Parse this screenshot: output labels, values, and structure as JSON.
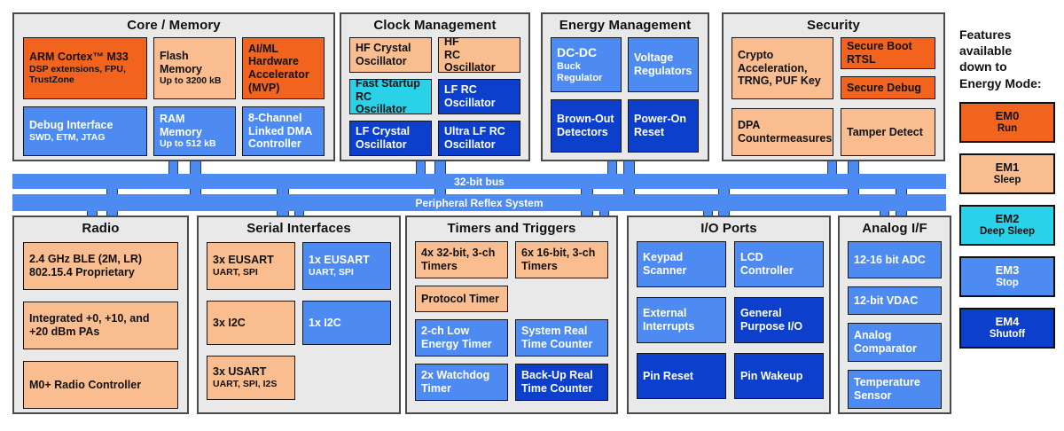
{
  "palette": {
    "orange": "#F2641E",
    "peach": "#F9BD90",
    "cyan": "#29D2E8",
    "blue": "#4D8BF2",
    "darkblue": "#0C40CC",
    "section_bg": "#E9E9E9"
  },
  "buses": {
    "bus1": "32-bit bus",
    "bus2": "Peripheral Reflex System"
  },
  "legend": {
    "title": "Features\navailable\ndown to\nEnergy Mode:",
    "items": [
      {
        "name": "EM0",
        "mode": "Run",
        "color": "orange",
        "text": "black"
      },
      {
        "name": "EM1",
        "mode": "Sleep",
        "color": "peach",
        "text": "black"
      },
      {
        "name": "EM2",
        "mode": "Deep Sleep",
        "color": "cyan",
        "text": "black"
      },
      {
        "name": "EM3",
        "mode": "Stop",
        "color": "blue",
        "text": "white"
      },
      {
        "name": "EM4",
        "mode": "Shutoff",
        "color": "darkblue",
        "text": "white"
      }
    ]
  },
  "sections": {
    "core": {
      "title": "Core / Memory",
      "blocks": {
        "arm": {
          "title": "ARM Cortex™ M33",
          "sub": "DSP extensions, FPU,\nTrustZone"
        },
        "flash": {
          "title": "Flash\nMemory",
          "sub": "Up to 3200 kB"
        },
        "aiml": {
          "title": "AI/ML\nHardware\nAccelerator\n(MVP)"
        },
        "debug": {
          "title": "Debug Interface",
          "sub": "SWD, ETM, JTAG"
        },
        "ram": {
          "title": "RAM Memory",
          "sub": "Up to 512 kB"
        },
        "dma": {
          "title": "8-Channel\nLinked DMA\nController"
        }
      }
    },
    "clock": {
      "title": "Clock Management",
      "blocks": {
        "hfxo": {
          "title": "HF Crystal\nOscillator"
        },
        "hfrco": {
          "title": "HF\nRC Oscillator"
        },
        "fsrco": {
          "title": "Fast Startup\nRC Oscillator"
        },
        "lfrco": {
          "title": "LF RC\nOscillator"
        },
        "lfxo": {
          "title": "LF Crystal\nOscillator"
        },
        "ulfrco": {
          "title": "Ultra LF RC\nOscillator"
        }
      }
    },
    "energy": {
      "title": "Energy Management",
      "blocks": {
        "dcdc": {
          "big": "DC-DC",
          "small": "Buck",
          "line2": "Regulator"
        },
        "vreg": {
          "title": "Voltage\nRegulators"
        },
        "bod": {
          "title": "Brown-Out\nDetectors"
        },
        "por": {
          "title": "Power-On\nReset"
        }
      }
    },
    "security": {
      "title": "Security",
      "blocks": {
        "crypto": {
          "title": "Crypto\nAcceleration,\nTRNG, PUF Key"
        },
        "boot": {
          "title": "Secure Boot\nRTSL"
        },
        "sdebug": {
          "title": "Secure Debug"
        },
        "dpa": {
          "title": "DPA\nCountermeasures"
        },
        "tamper": {
          "title": "Tamper Detect"
        }
      }
    },
    "radio": {
      "title": "Radio",
      "blocks": {
        "ble": {
          "title": "2.4 GHz BLE (2M, LR)\n802.15.4 Proprietary"
        },
        "pa": {
          "title": "Integrated +0, +10, and\n+20 dBm PAs"
        },
        "m0": {
          "title": "M0+ Radio Controller"
        }
      }
    },
    "serial": {
      "title": "Serial Interfaces",
      "blocks": {
        "eusart3": {
          "title": "3x EUSART",
          "sub": "UART, SPI"
        },
        "eusart1": {
          "title": "1x EUSART",
          "sub": "UART, SPI"
        },
        "i2c3": {
          "title": "3x I2C"
        },
        "i2c1": {
          "title": "1x I2C"
        },
        "usart3": {
          "title": "3x USART",
          "sub": "UART, SPI, I2S"
        }
      }
    },
    "timers": {
      "title": "Timers and Triggers",
      "blocks": {
        "t32": {
          "title": "4x 32-bit, 3-ch\nTimers"
        },
        "t16": {
          "title": "6x 16-bit, 3-ch\nTimers"
        },
        "proto": {
          "title": "Protocol Timer"
        },
        "letimer": {
          "title": "2-ch Low\nEnergy Timer"
        },
        "srtc": {
          "title": "System Real\nTime Counter"
        },
        "wdog": {
          "title": "2x Watchdog\nTimer"
        },
        "burtc": {
          "title": "Back-Up Real\nTime Counter"
        }
      }
    },
    "io": {
      "title": "I/O Ports",
      "blocks": {
        "keypad": {
          "title": "Keypad\nScanner"
        },
        "lcd": {
          "title": "LCD\nController"
        },
        "extint": {
          "title": "External\nInterrupts"
        },
        "gpio": {
          "title": "General\nPurpose I/O"
        },
        "pinreset": {
          "title": "Pin Reset"
        },
        "pinwake": {
          "title": "Pin Wakeup"
        }
      }
    },
    "analog": {
      "title": "Analog I/F",
      "blocks": {
        "adc": {
          "title": "12-16 bit ADC"
        },
        "vdac": {
          "title": "12-bit VDAC"
        },
        "acmp": {
          "title": "Analog\nComparator"
        },
        "temp": {
          "title": "Temperature\nSensor"
        }
      }
    }
  }
}
